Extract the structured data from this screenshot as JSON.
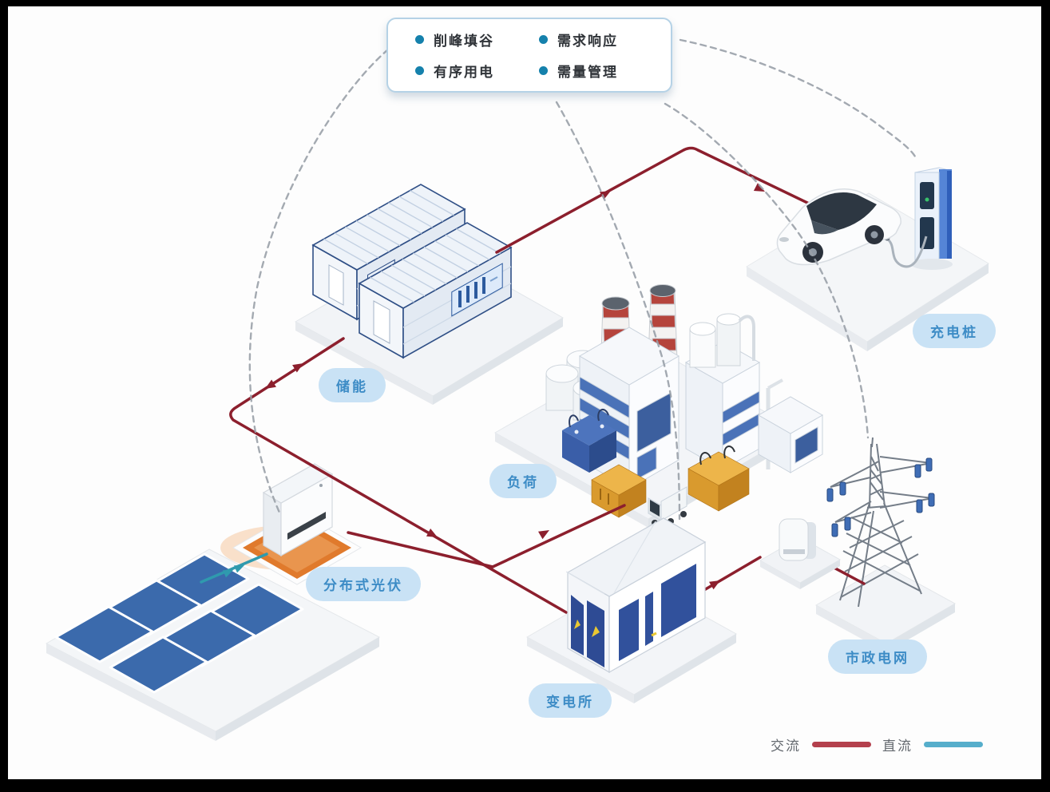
{
  "info_box": {
    "items": [
      {
        "label": "削峰填谷"
      },
      {
        "label": "需求响应"
      },
      {
        "label": "有序用电"
      },
      {
        "label": "需量管理"
      }
    ]
  },
  "nodes": {
    "storage": {
      "label": "储能"
    },
    "load": {
      "label": "负荷"
    },
    "charging": {
      "label": "充电桩"
    },
    "pv": {
      "label": "分布式光伏"
    },
    "substation": {
      "label": "变电所"
    },
    "grid": {
      "label": "市政电网"
    }
  },
  "legend": {
    "ac_label": "交流",
    "dc_label": "直流",
    "ac_color": "#b4404d",
    "dc_color": "#56aecb"
  },
  "colors": {
    "ac_line": "#8c1f2d",
    "dc_line": "#2f9aae",
    "dashed_link": "#9aa1a9",
    "label_bg": "#c9e2f5",
    "label_text": "#3d8cc6",
    "bullet": "#1581ac",
    "info_box_border": "#b5d2e6"
  }
}
